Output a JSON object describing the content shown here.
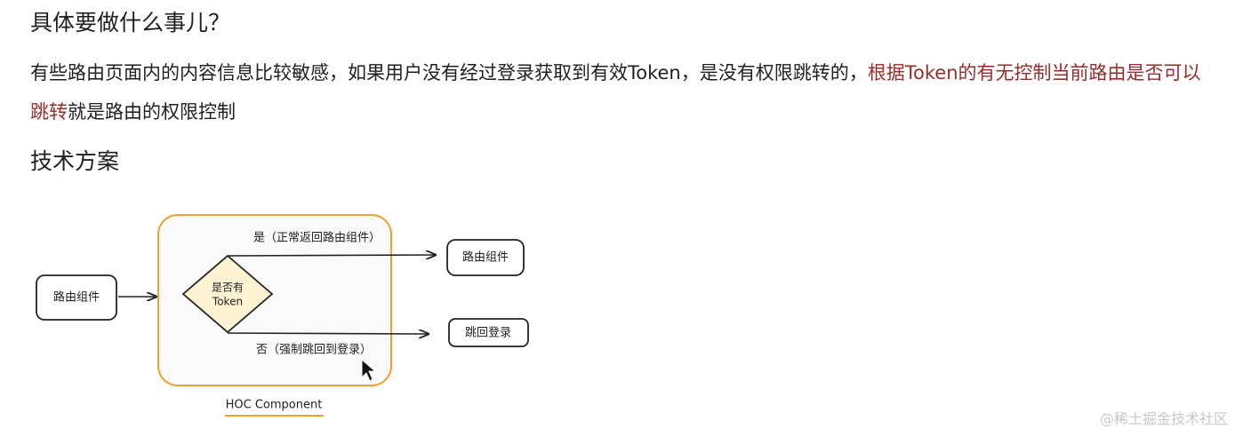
{
  "section1": {
    "title": "具体要做什么事儿？",
    "paragraph": {
      "text_before": "有些路由页面内的内容信息比较敏感，如果用户没有经过登录获取到有效Token，是没有权限跳转的，",
      "highlight": "根据Token的有无控制当前路由是否可以跳转",
      "text_after": "就是路由的权限控制"
    }
  },
  "section2": {
    "title": "技术方案"
  },
  "diagram": {
    "input_box": "路由组件",
    "decision_line1": "是否有",
    "decision_line2": "Token",
    "yes_label": "是（正常返回路由组件）",
    "no_label": "否（强制跳回到登录）",
    "yes_target": "路由组件",
    "no_target": "跳回登录",
    "container_label": "HOC Component",
    "container_color": "#f0a030",
    "container_fill": "#fafafa",
    "decision_fill": "#fdf3d2"
  },
  "watermark": "@稀土掘金技术社区"
}
